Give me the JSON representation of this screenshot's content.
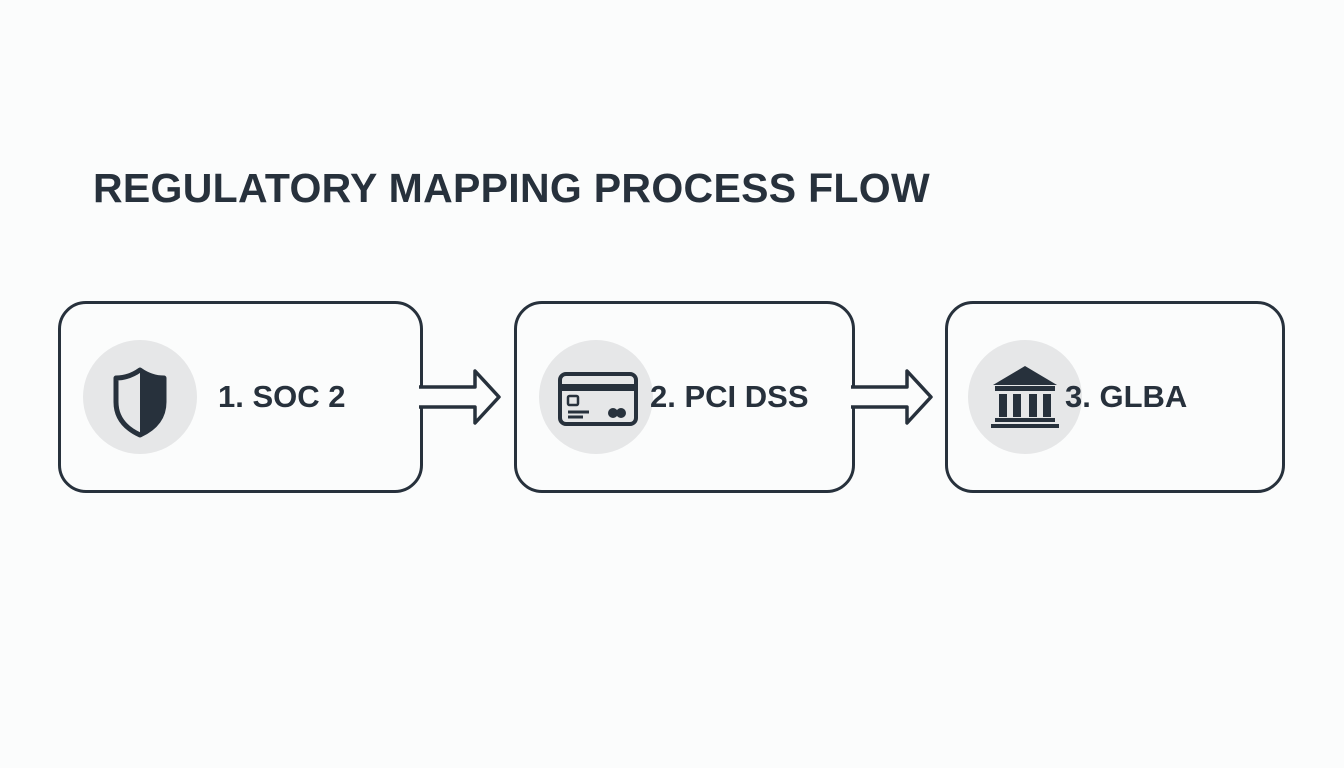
{
  "title": "REGULATORY MAPPING PROCESS FLOW",
  "colors": {
    "stroke": "#27313c",
    "icon_circle": "#e6e7e8",
    "background": "#fbfcfc"
  },
  "steps": [
    {
      "label": "1. SOC 2",
      "icon": "shield-icon"
    },
    {
      "label": "2. PCI DSS",
      "icon": "credit-card-icon"
    },
    {
      "label": "3. GLBA",
      "icon": "bank-icon"
    }
  ]
}
